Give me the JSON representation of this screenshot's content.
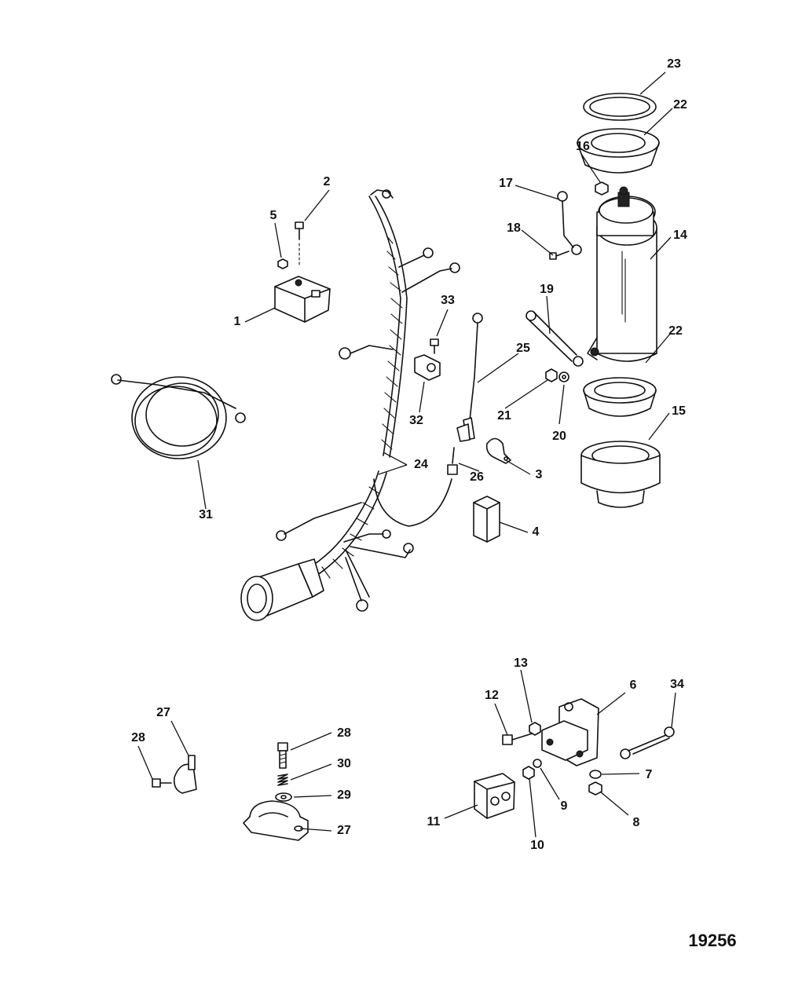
{
  "figure_number": "19256",
  "labels": {
    "l1": "1",
    "l2": "2",
    "l3": "3",
    "l4": "4",
    "l5": "5",
    "l6": "6",
    "l7": "7",
    "l8": "8",
    "l9": "9",
    "l10": "10",
    "l11": "11",
    "l12": "12",
    "l13": "13",
    "l14": "14",
    "l15": "15",
    "l16": "16",
    "l17": "17",
    "l18": "18",
    "l19": "19",
    "l20": "20",
    "l21": "21",
    "l22a": "22",
    "l22b": "22",
    "l23": "23",
    "l24": "24",
    "l25": "25",
    "l26": "26",
    "l27a": "27",
    "l27b": "27",
    "l28a": "28",
    "l28b": "28",
    "l29": "29",
    "l30": "30",
    "l31": "31",
    "l32": "32",
    "l33": "33",
    "l34": "34"
  }
}
